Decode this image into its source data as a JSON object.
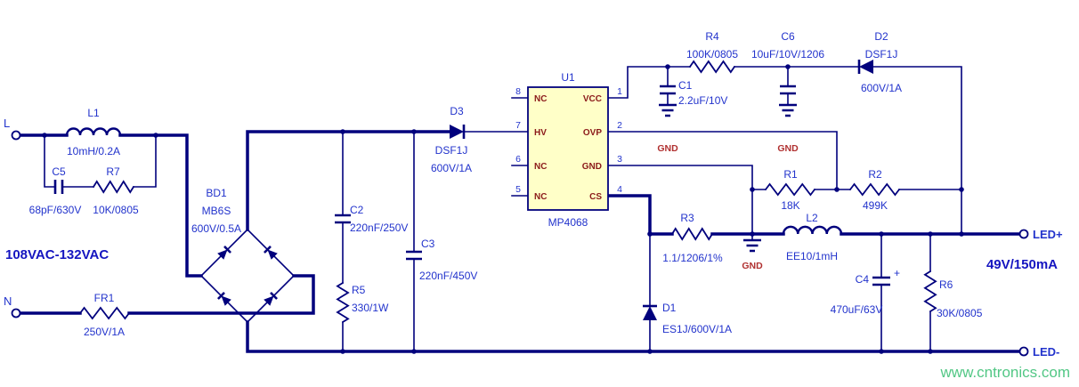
{
  "headings": {
    "input_range": "108VAC-132VAC",
    "output_rating": "49V/150mA"
  },
  "terminals": {
    "live": "L",
    "neutral": "N",
    "led_plus": "LED+",
    "led_minus": "LED-"
  },
  "labels": {
    "gnd": "GND"
  },
  "watermark": "www.cntronics.com",
  "ic": {
    "ref": "U1",
    "part": "MP4068",
    "left_pins": [
      {
        "num": "8",
        "name": "NC"
      },
      {
        "num": "7",
        "name": "HV"
      },
      {
        "num": "6",
        "name": "NC"
      },
      {
        "num": "5",
        "name": "NC"
      }
    ],
    "right_pins": [
      {
        "num": "1",
        "name": "VCC"
      },
      {
        "num": "2",
        "name": "OVP"
      },
      {
        "num": "3",
        "name": "GND"
      },
      {
        "num": "4",
        "name": "CS"
      }
    ]
  },
  "components": {
    "L1": {
      "ref": "L1",
      "value": "10mH/0.2A"
    },
    "C5": {
      "ref": "C5",
      "value": "68pF/630V"
    },
    "R7": {
      "ref": "R7",
      "value": "10K/0805"
    },
    "FR1": {
      "ref": "FR1",
      "value": "250V/1A"
    },
    "BD1": {
      "ref": "BD1",
      "part": "MB6S",
      "value": "600V/0.5A"
    },
    "C2": {
      "ref": "C2",
      "value": "220nF/250V"
    },
    "R5": {
      "ref": "R5",
      "value": "330/1W"
    },
    "C3": {
      "ref": "C3",
      "value": "220nF/450V"
    },
    "D3": {
      "ref": "D3",
      "part": "DSF1J",
      "value": "600V/1A"
    },
    "C1": {
      "ref": "C1",
      "value": "2.2uF/10V"
    },
    "R4": {
      "ref": "R4",
      "value": "100K/0805"
    },
    "C6": {
      "ref": "C6",
      "value": "10uF/10V/1206"
    },
    "D2": {
      "ref": "D2",
      "part": "DSF1J",
      "value": "600V/1A"
    },
    "R1": {
      "ref": "R1",
      "value": "18K"
    },
    "R2": {
      "ref": "R2",
      "value": "499K"
    },
    "R3": {
      "ref": "R3",
      "value": "1.1/1206/1%"
    },
    "D1": {
      "ref": "D1",
      "value": "ES1J/600V/1A"
    },
    "L2": {
      "ref": "L2",
      "value": "EE10/1mH"
    },
    "C4": {
      "ref": "C4",
      "value": "470uF/63V",
      "polarity": "+"
    },
    "R6": {
      "ref": "R6",
      "value": "30K/0805"
    }
  },
  "colors": {
    "wire": "#00007d",
    "label": "#2233cc",
    "pin_name": "#8b1a1a",
    "gnd_label": "#b03030",
    "ic_fill": "#ffffc8",
    "heading": "#1515c0",
    "watermark": "#52c785",
    "background": "#ffffff"
  }
}
